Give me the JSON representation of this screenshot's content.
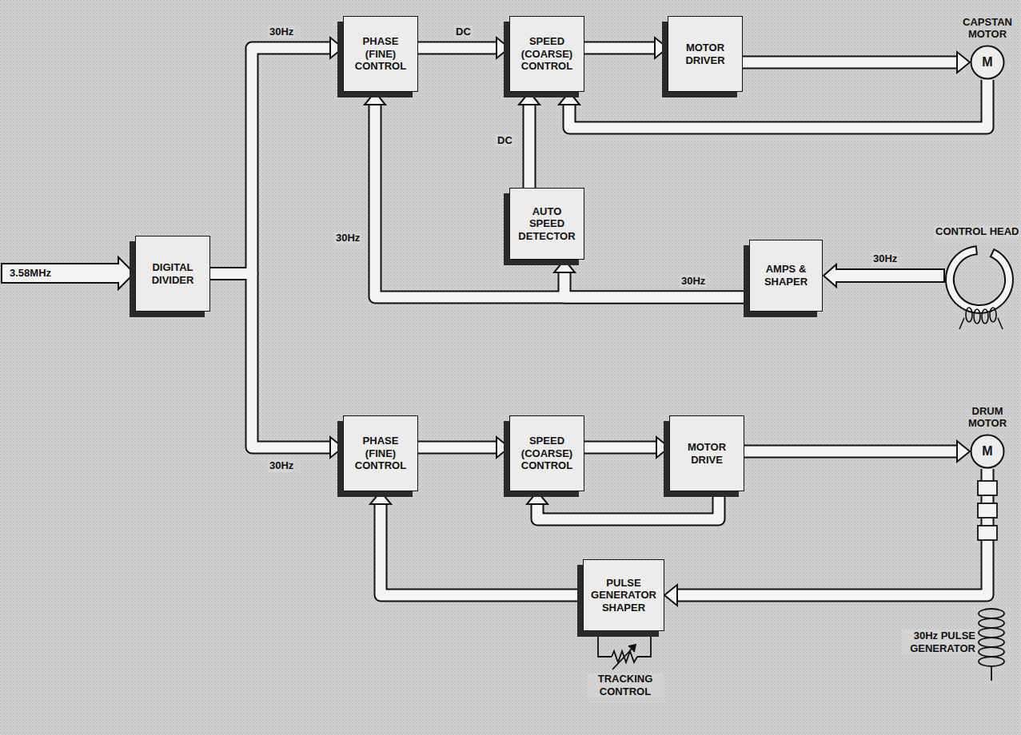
{
  "diagram": {
    "nodes": [
      {
        "text": [
          "DIGITAL DIVIDER"
        ]
      },
      {
        "text": [
          "PHASE (FINE) CONTROL"
        ]
      },
      {
        "text": [
          "SPEED (COARSE) CONTROL"
        ]
      },
      {
        "text": [
          "MOTOR DRIVER"
        ]
      },
      {
        "text": [
          "CAPSTAN MOTOR",
          "M"
        ]
      },
      {
        "text": [
          "AUTO SPEED DETECTOR"
        ]
      },
      {
        "text": [
          "AMPS & SHAPER"
        ]
      },
      {
        "text": [
          "PHASE (FINE) CONTROL"
        ]
      },
      {
        "text": [
          "SPEED (COARSE) CONTROL"
        ]
      },
      {
        "text": [
          "MOTOR DRIVE"
        ]
      },
      {
        "text": [
          "DRUM MOTOR",
          "M"
        ]
      },
      {
        "text": [
          "PULSE GENERATOR SHAPER"
        ]
      }
    ],
    "edges": [
      {
        "from": 0,
        "to": 1,
        "label": "30Hz",
        "arrow": "to"
      },
      {
        "from": 0,
        "to": 7,
        "label": "30Hz",
        "arrow": "to"
      },
      {
        "from": 1,
        "to": 2,
        "label": "DC",
        "arrow": "to"
      },
      {
        "from": 2,
        "to": 3,
        "arrow": "to"
      },
      {
        "from": 3,
        "to": 4,
        "arrow": "to"
      },
      {
        "from": 4,
        "to": 2,
        "arrow": "to"
      },
      {
        "from": 5,
        "to": 2,
        "label": "DC",
        "arrow": "to"
      },
      {
        "from": 6,
        "to": 1,
        "label": "30Hz",
        "arrow": "to"
      },
      {
        "from": 6,
        "to": 5,
        "label": "30Hz",
        "arrow": "to"
      },
      {
        "from": 7,
        "to": 8,
        "arrow": "to"
      },
      {
        "from": 8,
        "to": 9,
        "arrow": "to"
      },
      {
        "from": 9,
        "to": 8,
        "arrow": "to"
      },
      {
        "from": 9,
        "to": 10,
        "arrow": "to"
      },
      {
        "from": 10,
        "to": 11,
        "arrow": "to"
      },
      {
        "from": 11,
        "to": 7,
        "arrow": "to"
      }
    ],
    "labels": [
      "3.58MHz",
      "CONTROL HEAD",
      "30Hz",
      "30Hz PULSE GENERATOR",
      "TRACKING CONTROL"
    ]
  }
}
